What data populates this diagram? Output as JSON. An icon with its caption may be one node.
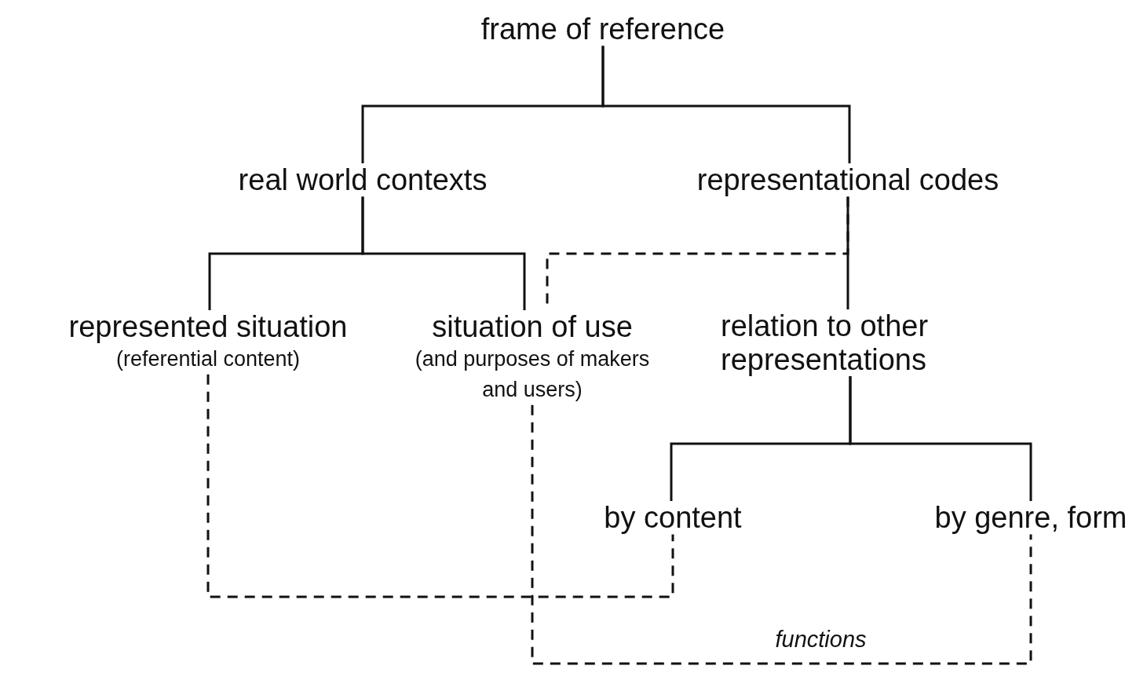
{
  "diagram": {
    "nodes": [
      {
        "text": [
          "frame of reference"
        ]
      },
      {
        "text": [
          "real world contexts"
        ]
      },
      {
        "text": [
          "representational codes"
        ]
      },
      {
        "text": [
          "represented situation",
          "(referential content)"
        ]
      },
      {
        "text": [
          "situation of use",
          "(and purposes of makers and users)"
        ]
      },
      {
        "text": [
          "relation to other representations"
        ]
      },
      {
        "text": [
          "by content"
        ]
      },
      {
        "text": [
          "by genre, form"
        ]
      }
    ],
    "edges": [
      {
        "from": 0,
        "to": 1,
        "arrow": "none"
      },
      {
        "from": 0,
        "to": 2,
        "arrow": "none"
      },
      {
        "from": 1,
        "to": 3,
        "arrow": "none"
      },
      {
        "from": 1,
        "to": 4,
        "arrow": "none"
      },
      {
        "from": 2,
        "to": 5,
        "arrow": "none"
      },
      {
        "from": 2,
        "to": 4,
        "arrow": "none",
        "style": "dashed"
      },
      {
        "from": 5,
        "to": 6,
        "arrow": "none"
      },
      {
        "from": 5,
        "to": 7,
        "arrow": "none"
      },
      {
        "from": 3,
        "to": 6,
        "arrow": "none",
        "style": "dashed"
      },
      {
        "from": 4,
        "to": 7,
        "arrow": "none",
        "style": "dashed",
        "label": "functions"
      }
    ]
  }
}
